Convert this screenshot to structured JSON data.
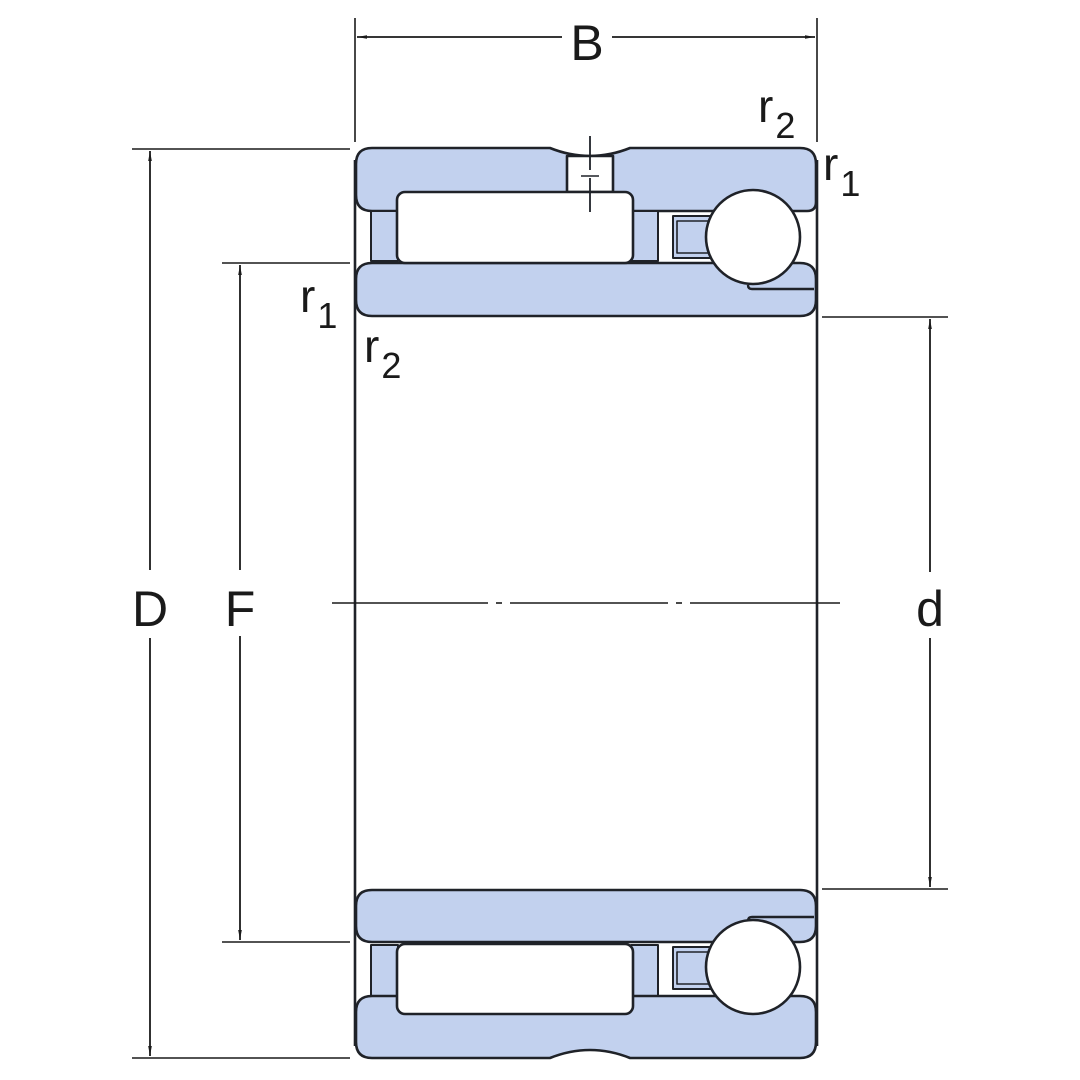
{
  "diagram": {
    "colors": {
      "fill": "#c2d1ee",
      "stroke": "#1f2228",
      "line": "#1a1a1a"
    },
    "dimensions": {
      "B": "B",
      "D": "D",
      "F": "F",
      "d": "d"
    },
    "radii": {
      "r1_top_right": {
        "base": "r",
        "sub": "1"
      },
      "r2_top_right": {
        "base": "r",
        "sub": "2"
      },
      "r1_left": {
        "base": "r",
        "sub": "1"
      },
      "r2_left": {
        "base": "r",
        "sub": "2"
      }
    }
  }
}
